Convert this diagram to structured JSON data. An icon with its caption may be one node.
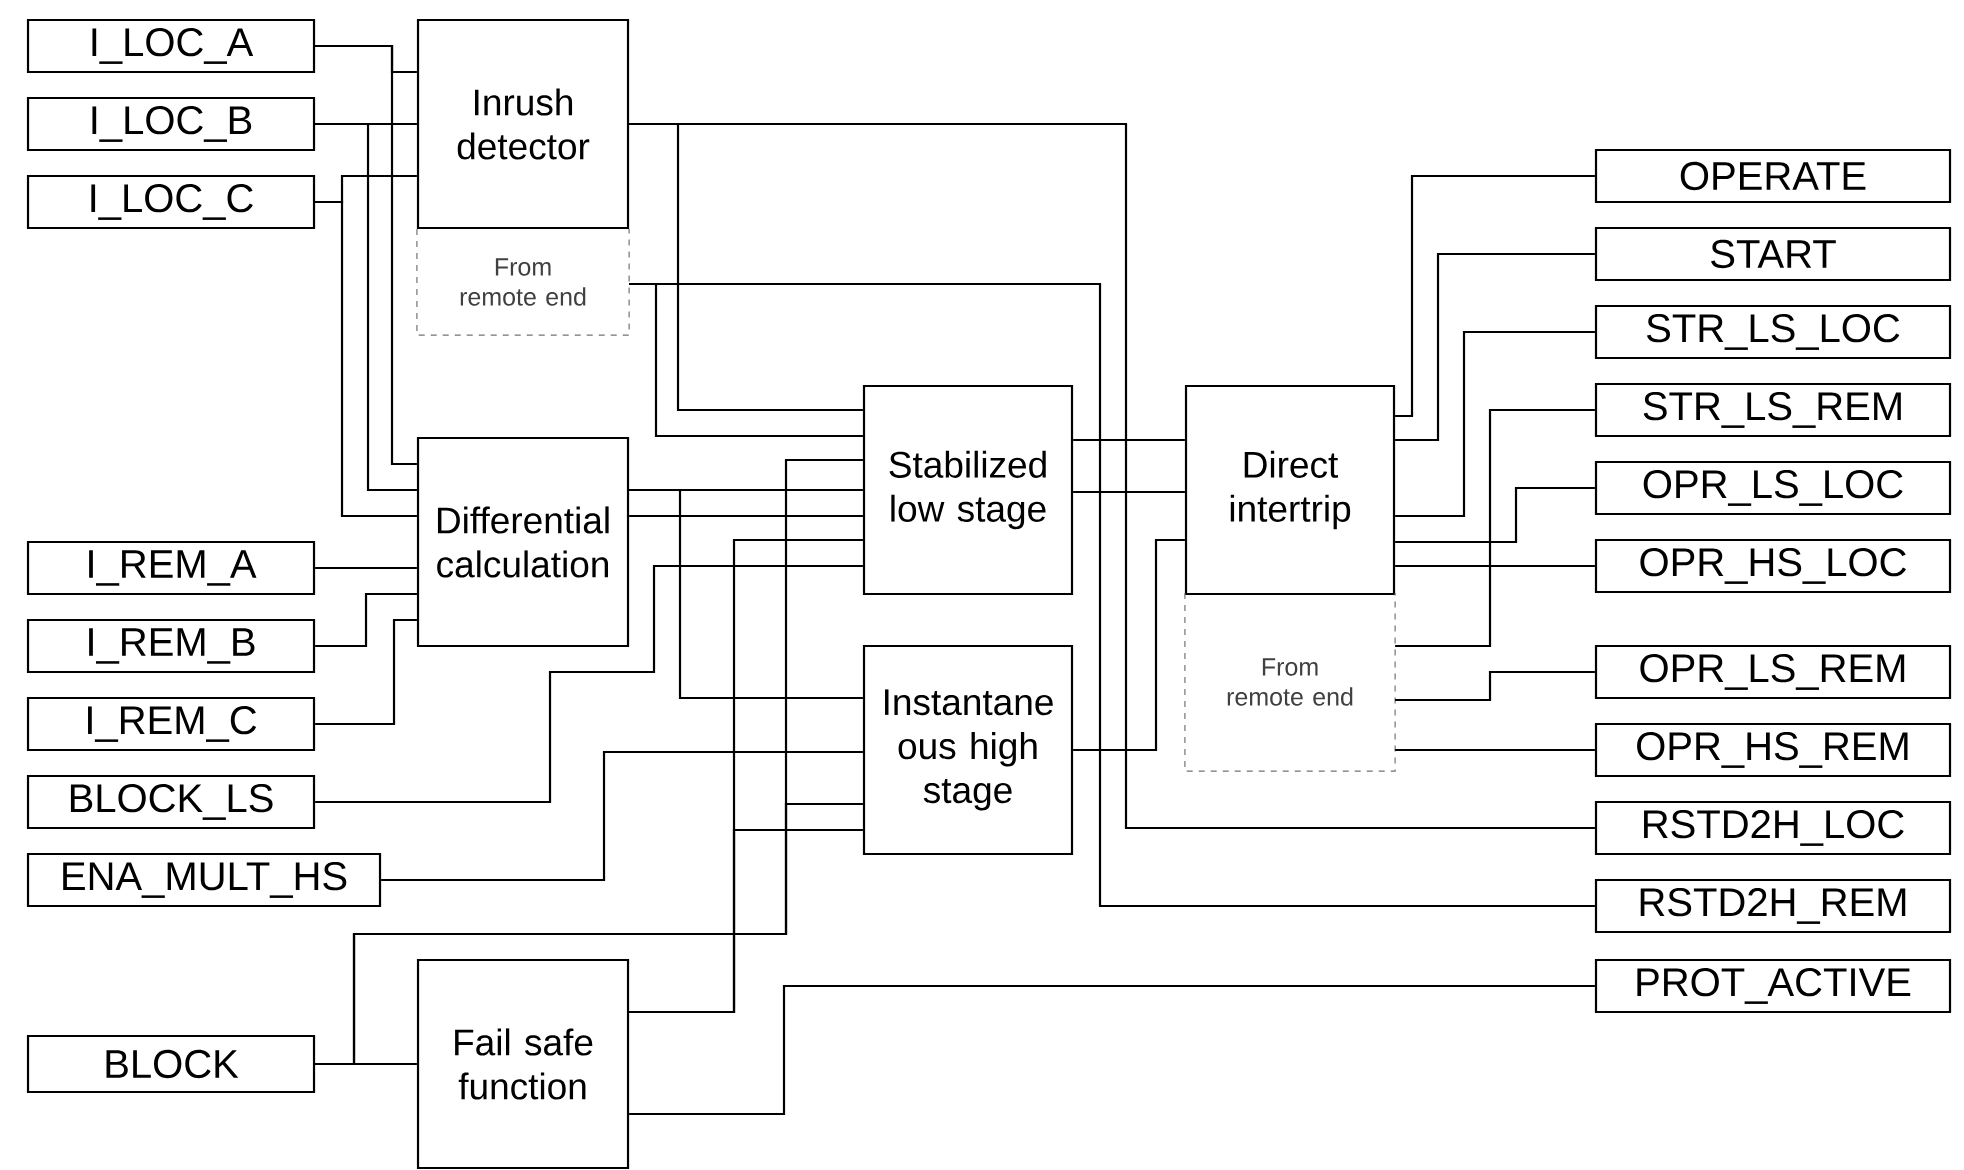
{
  "diagram": {
    "nodes": [
      {
        "text": [
          "I_LOC_A"
        ]
      },
      {
        "text": [
          "I_LOC_B"
        ]
      },
      {
        "text": [
          "I_LOC_C"
        ]
      },
      {
        "text": [
          "Inrush detector"
        ]
      },
      {
        "text": [
          "From remote end"
        ]
      },
      {
        "text": [
          "Differential calculation"
        ]
      },
      {
        "text": [
          "I_REM_A"
        ]
      },
      {
        "text": [
          "I_REM_B"
        ]
      },
      {
        "text": [
          "I_REM_C"
        ]
      },
      {
        "text": [
          "BLOCK_LS"
        ]
      },
      {
        "text": [
          "ENA_MULT_HS"
        ]
      },
      {
        "text": [
          "BLOCK"
        ]
      },
      {
        "text": [
          "Fail safe function"
        ]
      },
      {
        "text": [
          "Stabilized low stage"
        ]
      },
      {
        "text": [
          "Instantane ous high stage"
        ]
      },
      {
        "text": [
          "Direct intertrip"
        ]
      },
      {
        "text": [
          "From remote end"
        ]
      },
      {
        "text": [
          "OPERATE"
        ]
      },
      {
        "text": [
          "START"
        ]
      },
      {
        "text": [
          "STR_LS_LOC"
        ]
      },
      {
        "text": [
          "STR_LS_REM"
        ]
      },
      {
        "text": [
          "OPR_LS_LOC"
        ]
      },
      {
        "text": [
          "OPR_HS_LOC"
        ]
      },
      {
        "text": [
          "OPR_LS_REM"
        ]
      },
      {
        "text": [
          "OPR_HS_REM"
        ]
      },
      {
        "text": [
          "RSTD2H_LOC"
        ]
      },
      {
        "text": [
          "RSTD2H_REM"
        ]
      },
      {
        "text": [
          "PROT_ACTIVE"
        ]
      }
    ],
    "edges": [
      {
        "from": 0,
        "to": 3,
        "arrow": "none"
      },
      {
        "from": 0,
        "to": 5,
        "arrow": "none"
      },
      {
        "from": 1,
        "to": 3,
        "arrow": "none"
      },
      {
        "from": 1,
        "to": 5,
        "arrow": "none"
      },
      {
        "from": 2,
        "to": 3,
        "arrow": "none"
      },
      {
        "from": 2,
        "to": 5,
        "arrow": "none"
      },
      {
        "from": 3,
        "to": 13,
        "arrow": "none"
      },
      {
        "from": 3,
        "to": 25,
        "arrow": "none"
      },
      {
        "from": 4,
        "to": 13,
        "arrow": "none"
      },
      {
        "from": 4,
        "to": 26,
        "arrow": "none"
      },
      {
        "from": 5,
        "to": 13,
        "arrow": "none"
      },
      {
        "from": 5,
        "to": 13,
        "arrow": "none"
      },
      {
        "from": 5,
        "to": 14,
        "arrow": "none"
      },
      {
        "from": 9,
        "to": 13,
        "arrow": "none"
      },
      {
        "from": 10,
        "to": 14,
        "arrow": "none"
      },
      {
        "from": 11,
        "to": 13,
        "arrow": "none"
      },
      {
        "from": 11,
        "to": 14,
        "arrow": "none"
      },
      {
        "from": 11,
        "to": 12,
        "arrow": "none"
      },
      {
        "from": 12,
        "to": 13,
        "arrow": "none"
      },
      {
        "from": 12,
        "to": 14,
        "arrow": "none"
      },
      {
        "from": 12,
        "to": 27,
        "arrow": "none"
      },
      {
        "from": 13,
        "to": 15,
        "arrow": "none"
      },
      {
        "from": 13,
        "to": 15,
        "arrow": "none"
      },
      {
        "from": 14,
        "to": 15,
        "arrow": "none"
      },
      {
        "from": 15,
        "to": 17,
        "arrow": "none"
      },
      {
        "from": 15,
        "to": 18,
        "arrow": "none"
      },
      {
        "from": 15,
        "to": 19,
        "arrow": "none"
      },
      {
        "from": 15,
        "to": 21,
        "arrow": "none"
      },
      {
        "from": 15,
        "to": 22,
        "arrow": "none"
      },
      {
        "from": 16,
        "to": 20,
        "arrow": "none"
      },
      {
        "from": 16,
        "to": 23,
        "arrow": "none"
      },
      {
        "from": 16,
        "to": 24,
        "arrow": "none"
      },
      {
        "from": 6,
        "to": 5,
        "arrow": "none"
      },
      {
        "from": 7,
        "to": 5,
        "arrow": "none"
      },
      {
        "from": 8,
        "to": 5,
        "arrow": "none"
      }
    ]
  }
}
